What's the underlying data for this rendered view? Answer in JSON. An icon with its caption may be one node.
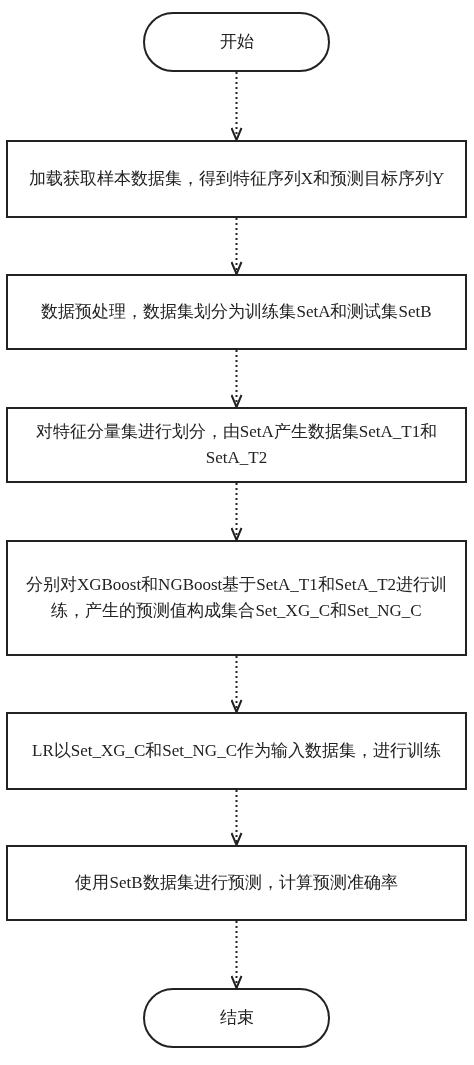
{
  "diagram": {
    "nodes": [
      {
        "text": [
          "开始"
        ]
      },
      {
        "text": [
          "加载获取样本数据集，得到特征序列X和预测目标序列Y"
        ]
      },
      {
        "text": [
          "数据预处理，数据集划分为训练集SetA和测试集SetB"
        ]
      },
      {
        "text": [
          "对特征分量集进行划分，由SetA产生数据集SetA_T1和SetA_T2"
        ]
      },
      {
        "text": [
          "分别对XGBoost和NGBoost基于SetA_T1和SetA_T2进行训练，产生的预测值构成集合Set_XG_C和Set_NG_C"
        ]
      },
      {
        "text": [
          "LR以Set_XG_C和Set_NG_C作为输入数据集，进行训练"
        ]
      },
      {
        "text": [
          "使用SetB数据集进行预测，计算预测准确率"
        ]
      },
      {
        "text": [
          "结束"
        ]
      }
    ],
    "edges": [
      {
        "from": 0,
        "to": 1,
        "arrow": "to",
        "style": "dashed"
      },
      {
        "from": 1,
        "to": 2,
        "arrow": "to",
        "style": "dashed"
      },
      {
        "from": 2,
        "to": 3,
        "arrow": "to",
        "style": "dashed"
      },
      {
        "from": 3,
        "to": 4,
        "arrow": "to",
        "style": "dashed"
      },
      {
        "from": 4,
        "to": 5,
        "arrow": "to",
        "style": "dashed"
      },
      {
        "from": 5,
        "to": 6,
        "arrow": "to",
        "style": "dashed"
      },
      {
        "from": 6,
        "to": 7,
        "arrow": "to",
        "style": "dashed"
      }
    ]
  }
}
